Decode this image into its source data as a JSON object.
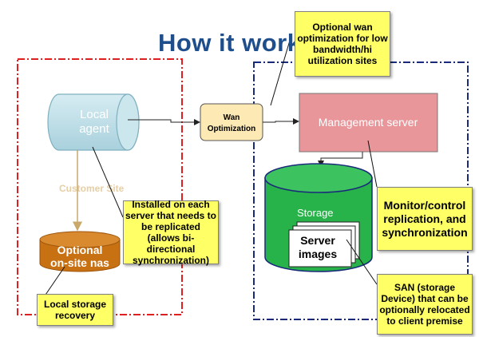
{
  "title": "How it works",
  "nodes": {
    "local_agent": "Local agent",
    "customer_site": "Customer Site",
    "optional_nas": "Optional on-site nas",
    "wan_optimization": "Wan Optimization",
    "management_server": "Management server",
    "storage": "Storage",
    "server_images": "Server images"
  },
  "callouts": {
    "wan_optional": "Optional wan optimization for low bandwidth/hi utilization sites",
    "installed": "Installed on each server that needs to be replicated (allows bi-directional synchronization)",
    "local_recovery": "Local storage recovery",
    "monitor": "Monitor/control replication, and synchronization",
    "san": "SAN (storage Device) that can be optionally relocated to client premise"
  },
  "colors": {
    "title": "#1f4e8c",
    "customer_border": "#e02020",
    "server_border": "#1a2a7a",
    "local_agent_fill": "#bcdde6",
    "wan_fill": "#fde9b3",
    "management_fill": "#e8969a",
    "storage_fill": "#27b34a",
    "nas_fill": "#c87112",
    "callout_fill": "#ffff66"
  }
}
